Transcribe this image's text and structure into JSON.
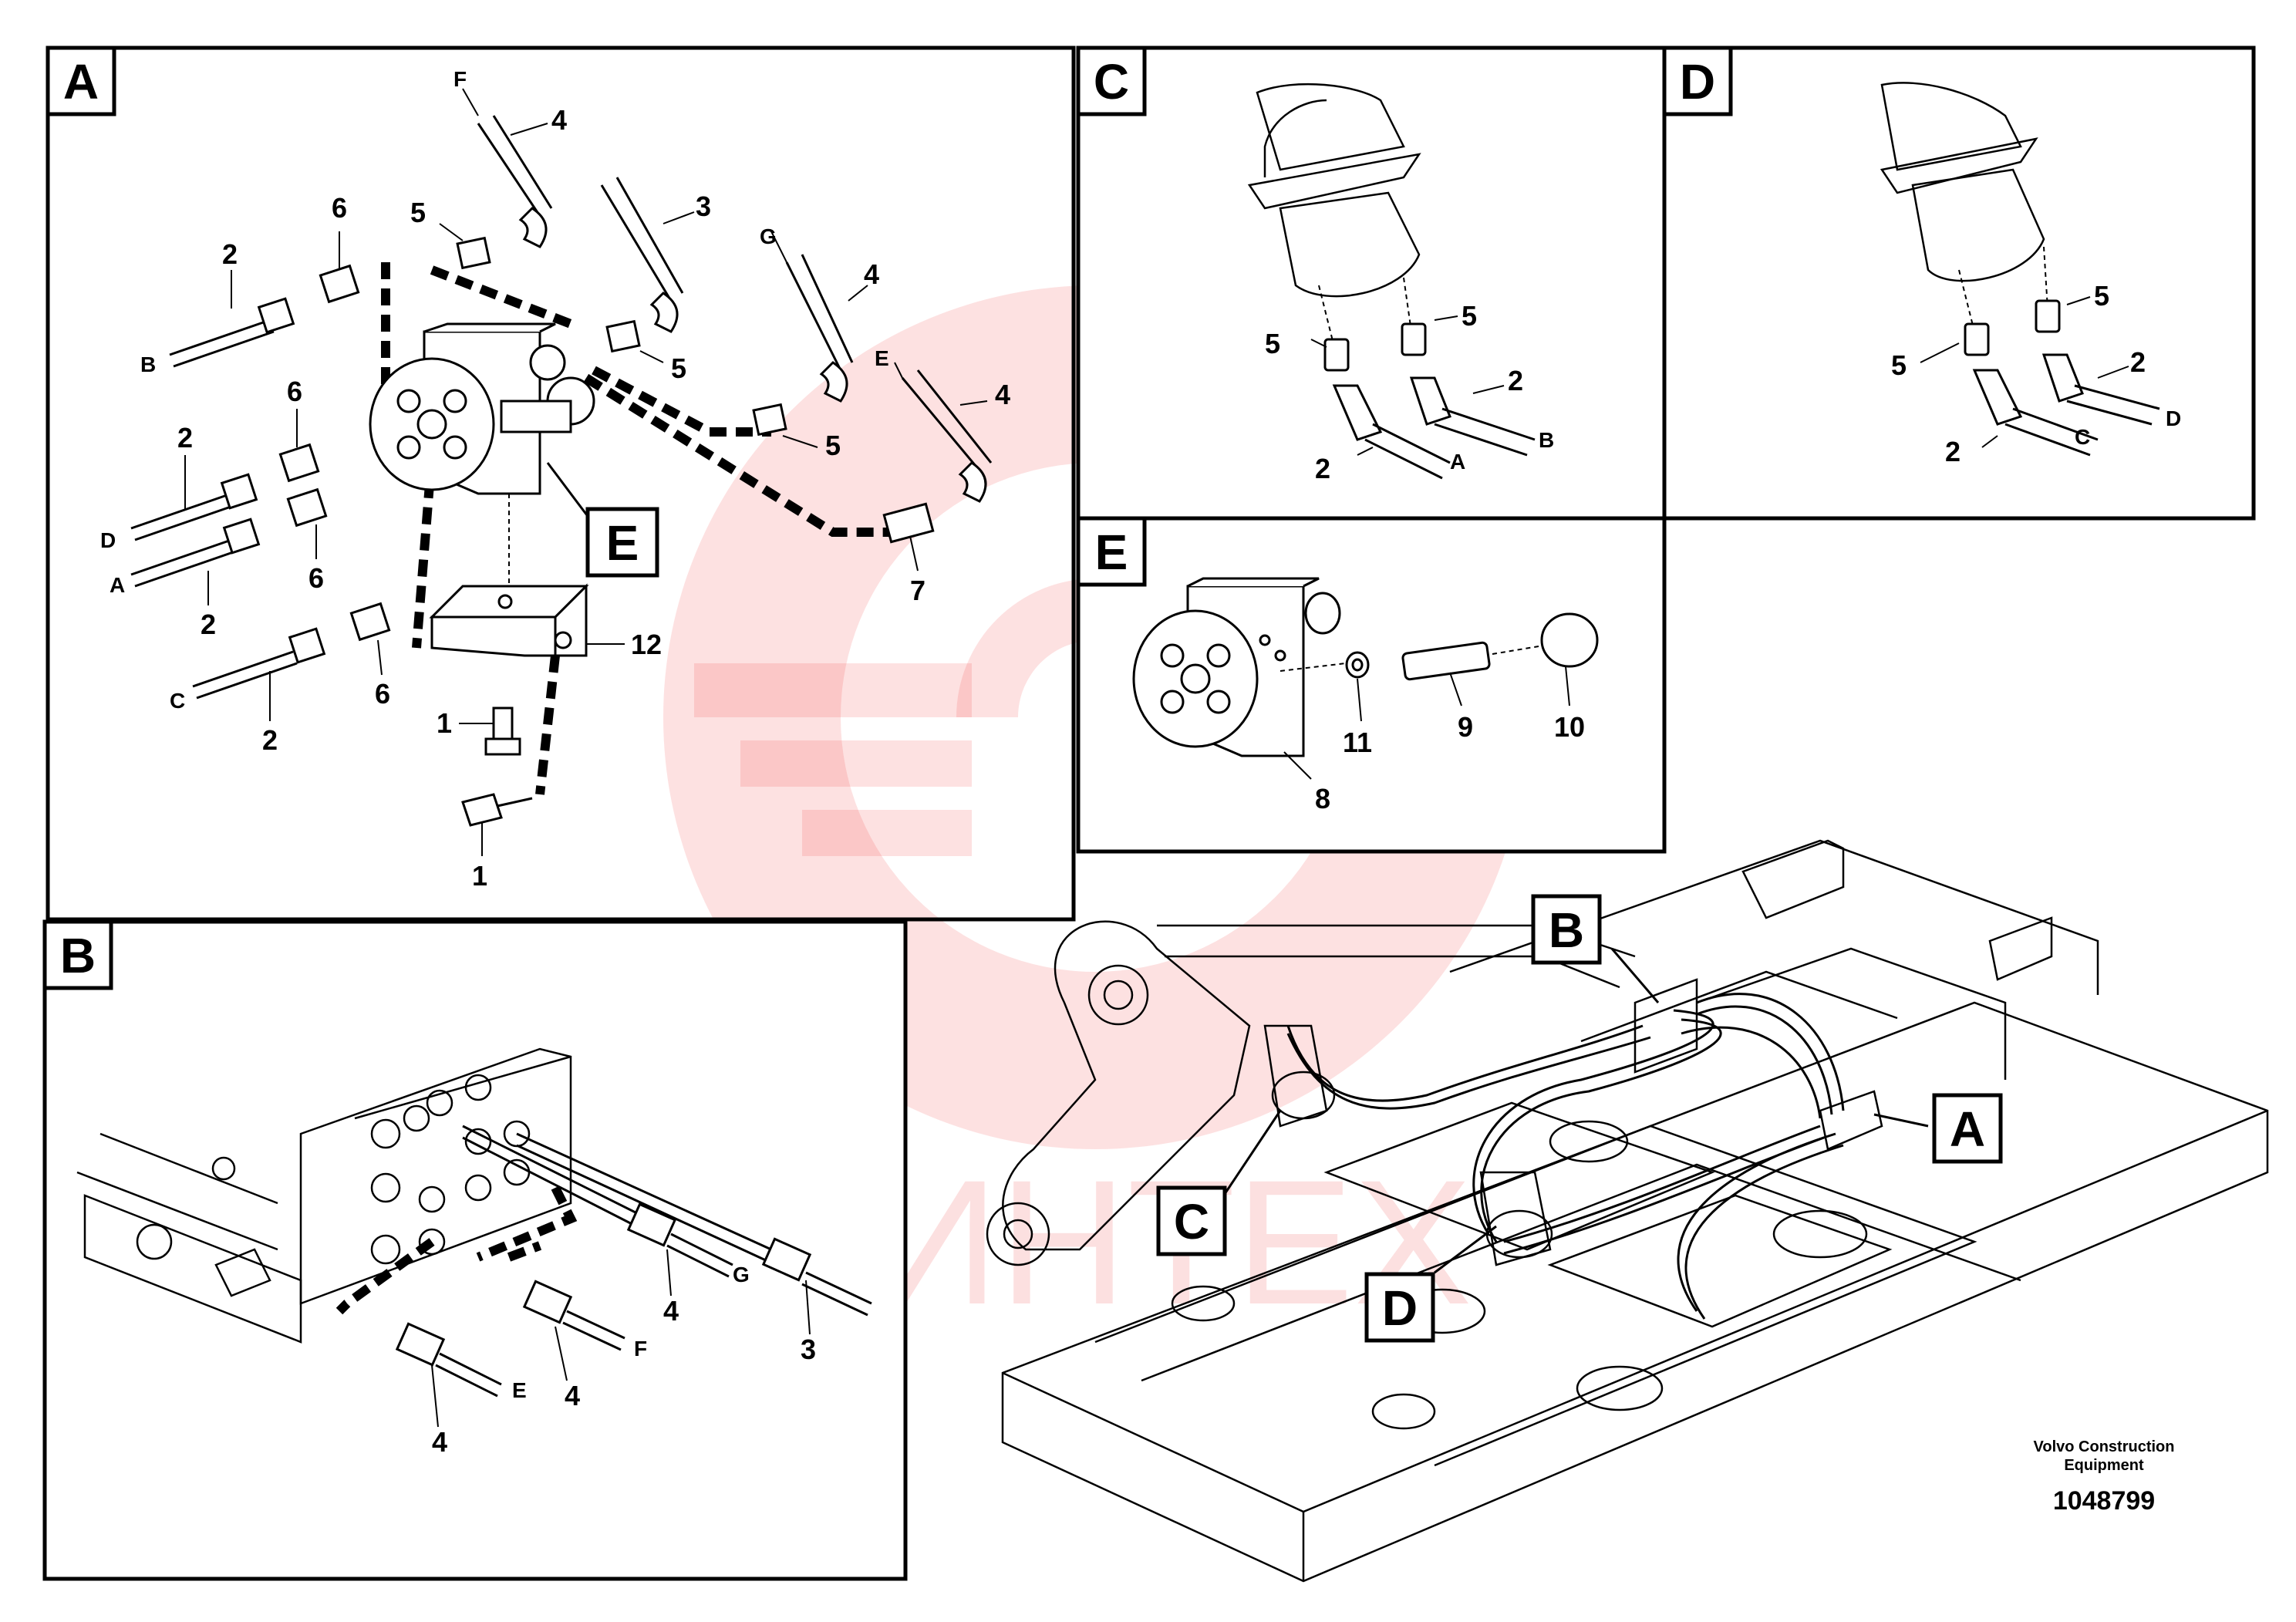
{
  "watermark": {
    "text": "ИНТЕХ",
    "color": "#ef2b2b"
  },
  "panels": {
    "A": {
      "tag": "A"
    },
    "B": {
      "tag": "B"
    },
    "C": {
      "tag": "C"
    },
    "D": {
      "tag": "D"
    },
    "E": {
      "tag": "E"
    }
  },
  "overview_tags": {
    "A": "A",
    "B": "B",
    "C": "C",
    "D": "D"
  },
  "callout_e_in_a": "E",
  "detail_a": {
    "p4_top": "4",
    "p5_top": "5",
    "p3": "3",
    "p4_g": "4",
    "p4_e": "4",
    "p5_mid": "5",
    "p5_right": "5",
    "p7": "7",
    "p6_top": "6",
    "p2_top": "2",
    "p6_mid": "6",
    "p2_d": "2",
    "p6_low": "6",
    "p2_a": "2",
    "p6_c": "6",
    "p2_c": "2",
    "p12": "12",
    "p1_a": "1",
    "p1_b": "1",
    "hose_f": "F",
    "hose_g": "G",
    "hose_e": "E",
    "hose_b": "B",
    "hose_d": "D",
    "hose_a": "A",
    "hose_c": "C"
  },
  "detail_b": {
    "p4_a": "4",
    "p4_b": "4",
    "p4_c": "4",
    "p3": "3",
    "hose_g": "G",
    "hose_f": "F",
    "hose_e": "E"
  },
  "detail_c": {
    "p5_a": "5",
    "p5_b": "5",
    "p2_a": "2",
    "p2_b": "2",
    "hose_a": "A",
    "hose_b": "B"
  },
  "detail_d": {
    "p5_a": "5",
    "p5_b": "5",
    "p2_a": "2",
    "p2_b": "2",
    "hose_c": "C",
    "hose_d": "D"
  },
  "detail_e": {
    "p8": "8",
    "p9": "9",
    "p10": "10",
    "p11": "11"
  },
  "footer": {
    "company_line1": "Volvo Construction",
    "company_line2": "Equipment",
    "part_number": "1048799"
  }
}
